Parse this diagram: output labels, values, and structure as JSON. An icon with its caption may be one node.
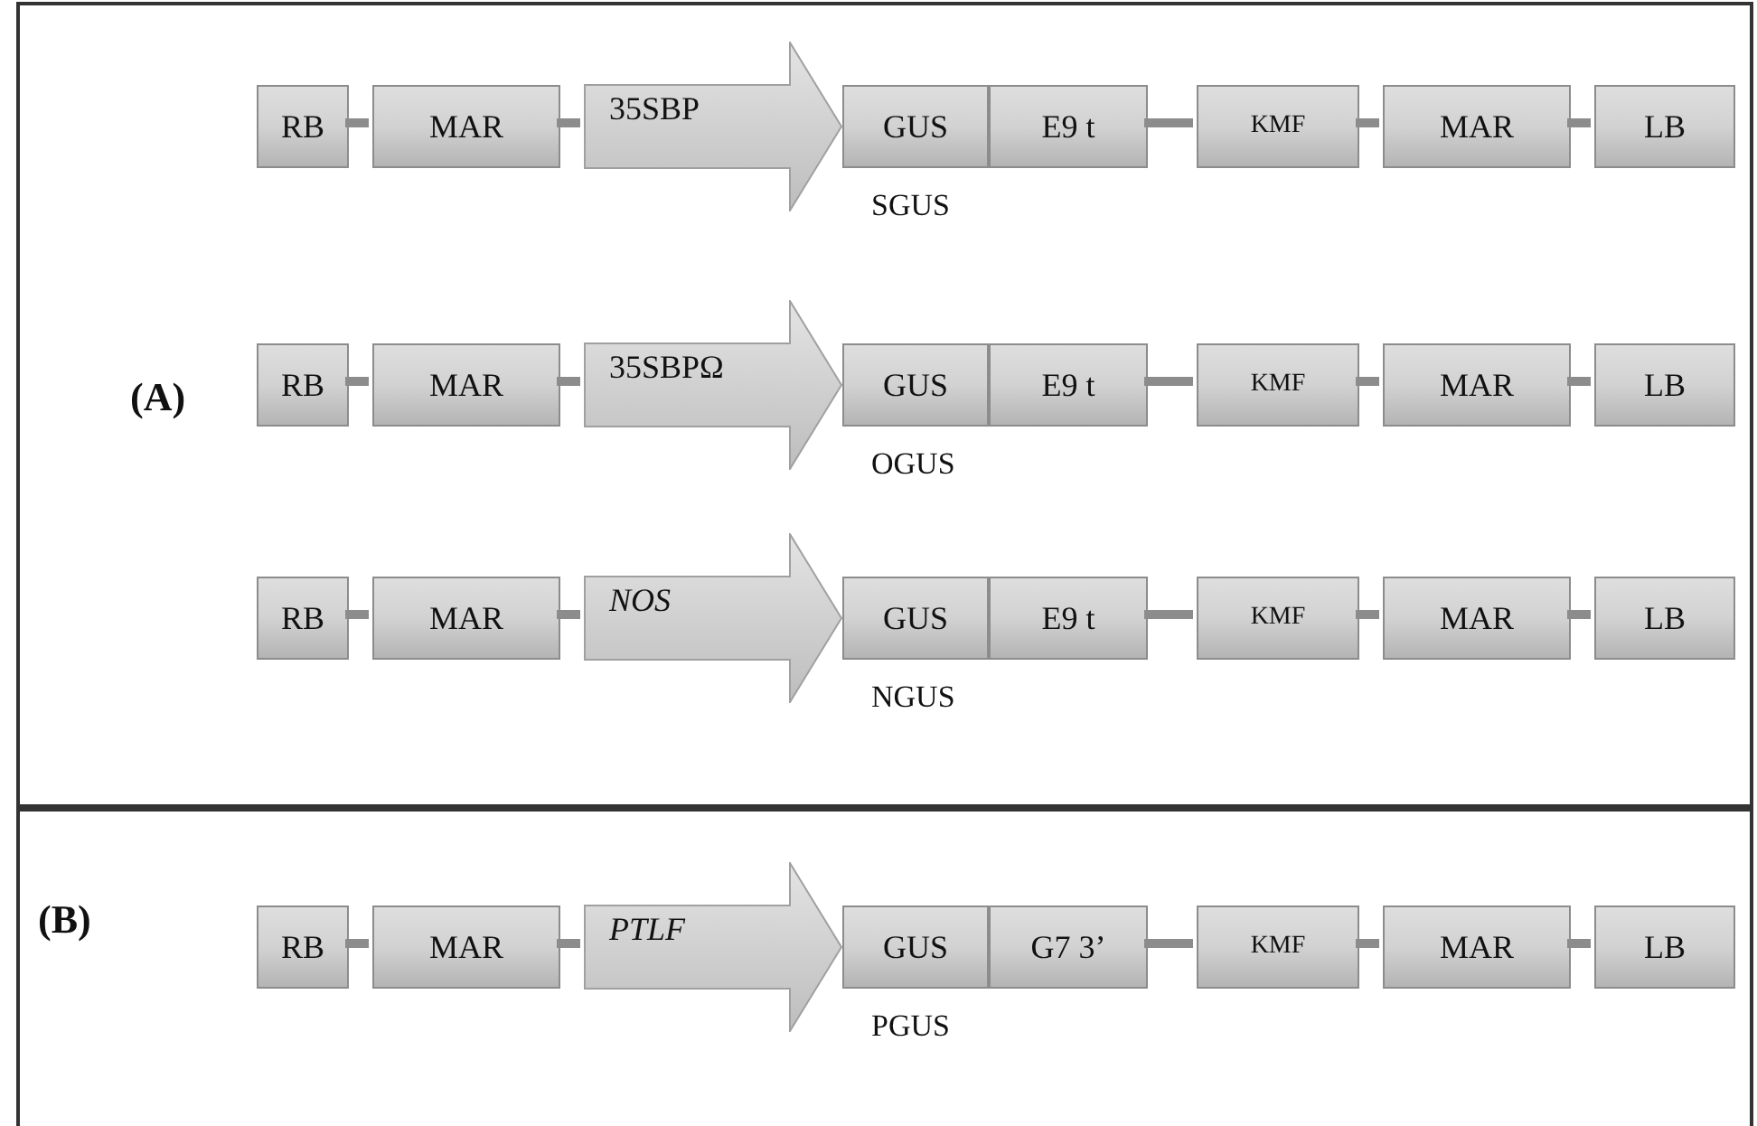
{
  "diagram": {
    "nodes": [
      {
        "text": [
          "(A)"
        ]
      },
      {
        "text": [
          "RB"
        ],
        "in": 0
      },
      {
        "text": [
          "MAR"
        ],
        "in": 0
      },
      {
        "text": [
          "35SBP"
        ],
        "in": 0
      },
      {
        "text": [
          "GUS"
        ],
        "in": 0,
        "beside": [
          "SGUS"
        ]
      },
      {
        "text": [
          "E9 t"
        ],
        "in": 0
      },
      {
        "text": [
          "KMF"
        ],
        "in": 0
      },
      {
        "text": [
          "MAR"
        ],
        "in": 0
      },
      {
        "text": [
          "LB"
        ],
        "in": 0
      },
      {
        "text": [
          "RB"
        ],
        "in": 0
      },
      {
        "text": [
          "MAR"
        ],
        "in": 0
      },
      {
        "text": [
          "35SBPΩ"
        ],
        "in": 0
      },
      {
        "text": [
          "GUS"
        ],
        "in": 0,
        "beside": [
          "OGUS"
        ]
      },
      {
        "text": [
          "E9 t"
        ],
        "in": 0
      },
      {
        "text": [
          "KMF"
        ],
        "in": 0
      },
      {
        "text": [
          "MAR"
        ],
        "in": 0
      },
      {
        "text": [
          "LB"
        ],
        "in": 0
      },
      {
        "text": [
          "RB"
        ],
        "in": 0
      },
      {
        "text": [
          "MAR"
        ],
        "in": 0
      },
      {
        "text": [
          "NOS"
        ],
        "in": 0
      },
      {
        "text": [
          "GUS"
        ],
        "in": 0,
        "beside": [
          "NGUS"
        ]
      },
      {
        "text": [
          "E9 t"
        ],
        "in": 0
      },
      {
        "text": [
          "KMF"
        ],
        "in": 0
      },
      {
        "text": [
          "MAR"
        ],
        "in": 0
      },
      {
        "text": [
          "LB"
        ],
        "in": 0
      },
      {
        "text": [
          "(B)"
        ]
      },
      {
        "text": [
          "RB"
        ],
        "in": 25
      },
      {
        "text": [
          "MAR"
        ],
        "in": 25
      },
      {
        "text": [
          "PTLF"
        ],
        "in": 25
      },
      {
        "text": [
          "GUS"
        ],
        "in": 25,
        "beside": [
          "PGUS"
        ]
      },
      {
        "text": [
          "G7 3’"
        ],
        "in": 25
      },
      {
        "text": [
          "KMF"
        ],
        "in": 25
      },
      {
        "text": [
          "MAR"
        ],
        "in": 25
      },
      {
        "text": [
          "LB"
        ],
        "in": 25
      }
    ],
    "edges": [
      {
        "from": 1,
        "to": 2,
        "arrow": "none"
      },
      {
        "from": 2,
        "to": 3,
        "arrow": "none"
      },
      {
        "from": 5,
        "to": 6,
        "arrow": "none"
      },
      {
        "from": 6,
        "to": 7,
        "arrow": "none"
      },
      {
        "from": 7,
        "to": 8,
        "arrow": "none"
      },
      {
        "from": 9,
        "to": 10,
        "arrow": "none"
      },
      {
        "from": 10,
        "to": 11,
        "arrow": "none"
      },
      {
        "from": 13,
        "to": 14,
        "arrow": "none"
      },
      {
        "from": 14,
        "to": 15,
        "arrow": "none"
      },
      {
        "from": 15,
        "to": 16,
        "arrow": "none"
      },
      {
        "from": 17,
        "to": 18,
        "arrow": "none"
      },
      {
        "from": 18,
        "to": 19,
        "arrow": "none"
      },
      {
        "from": 21,
        "to": 22,
        "arrow": "none"
      },
      {
        "from": 22,
        "to": 23,
        "arrow": "none"
      },
      {
        "from": 23,
        "to": 24,
        "arrow": "none"
      },
      {
        "from": 26,
        "to": 27,
        "arrow": "none"
      },
      {
        "from": 27,
        "to": 28,
        "arrow": "none"
      },
      {
        "from": 30,
        "to": 31,
        "arrow": "none"
      },
      {
        "from": 31,
        "to": 32,
        "arrow": "none"
      },
      {
        "from": 32,
        "to": 33,
        "arrow": "none"
      }
    ]
  }
}
